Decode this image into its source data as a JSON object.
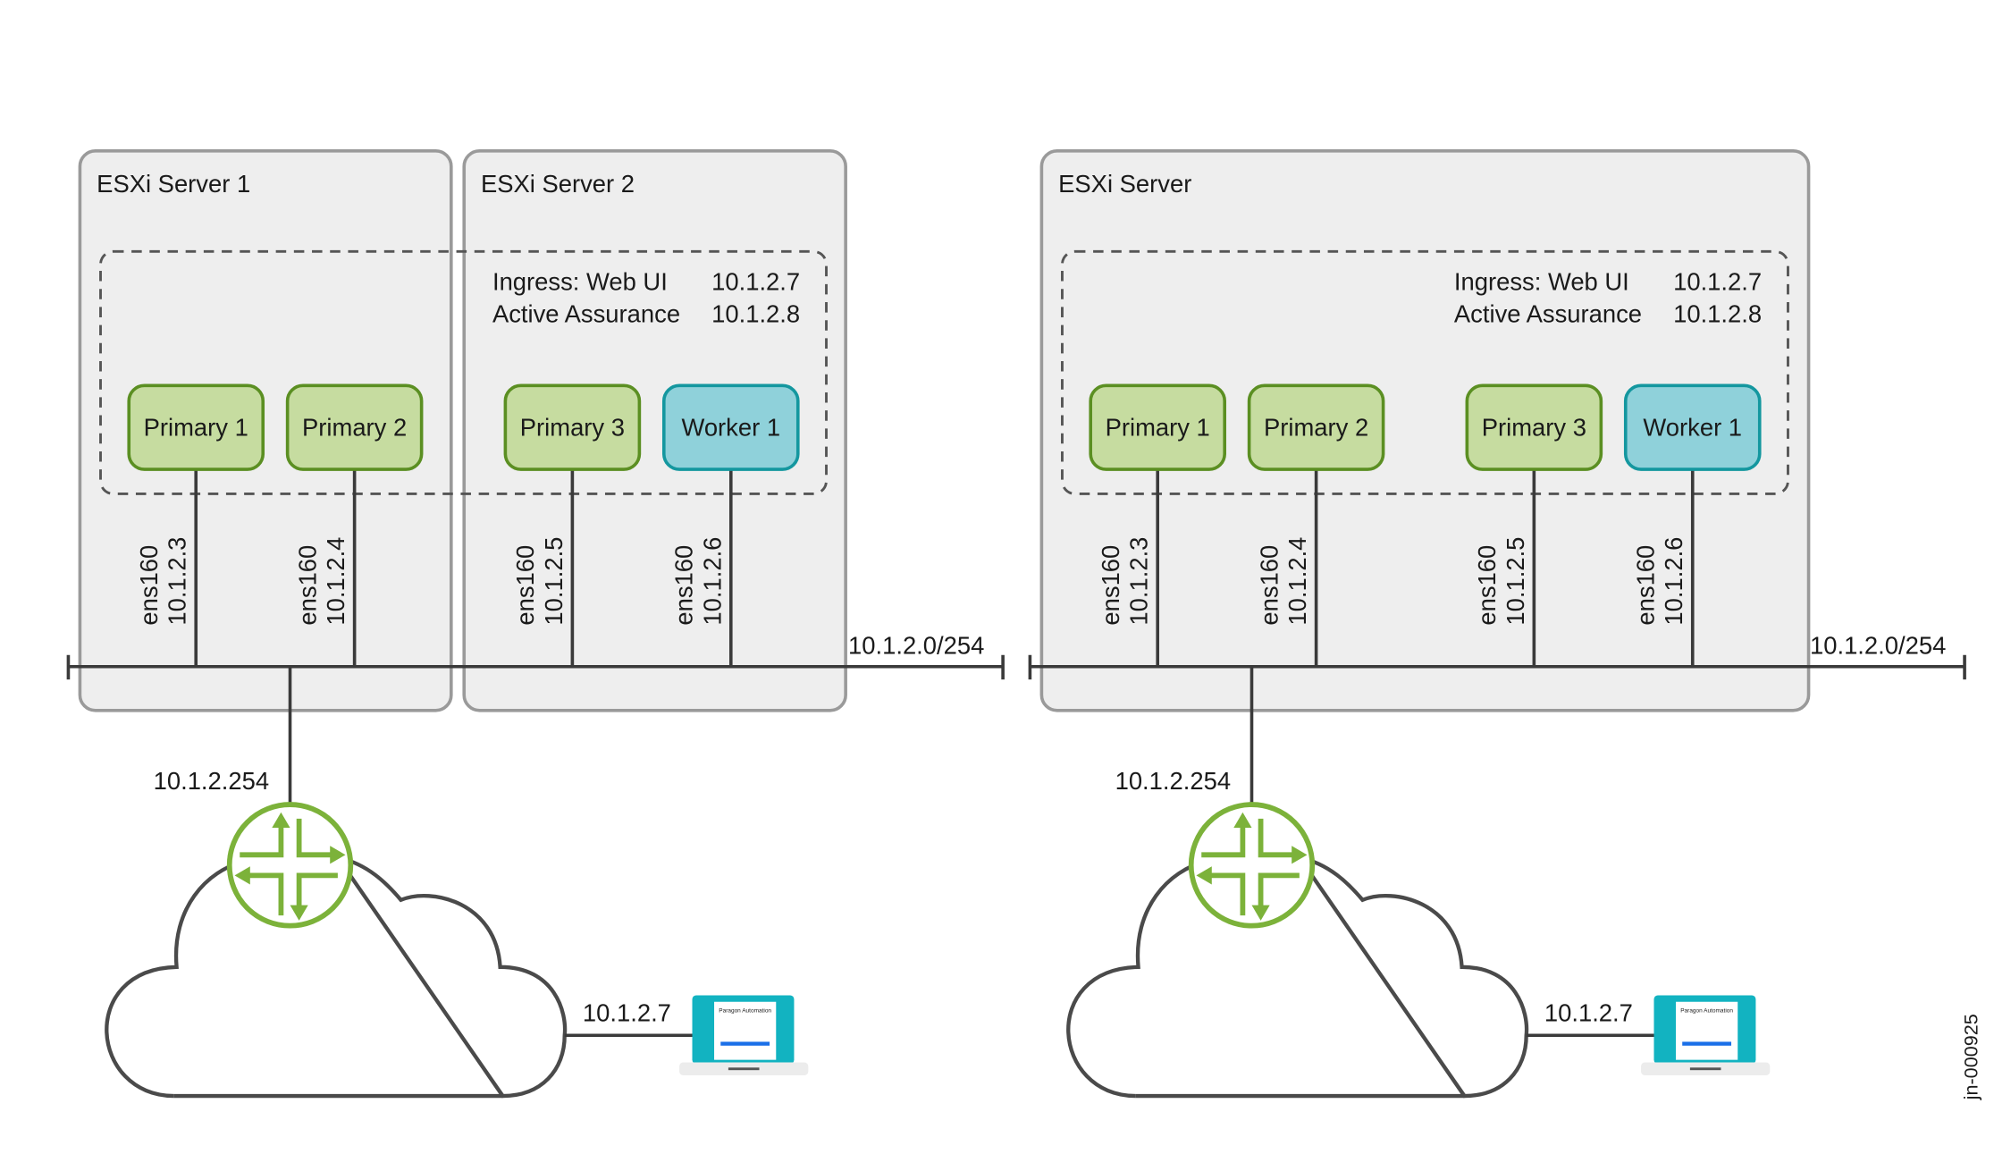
{
  "colors": {
    "primary_fill": "#c6dca0",
    "primary_stroke": "#5b8f22",
    "worker_fill": "#8fd1da",
    "worker_stroke": "#14979f",
    "router": "#7cb23a",
    "server_fill": "#eeeeee",
    "laptop_screen": "#12b3c1"
  },
  "diagrams": [
    {
      "servers": [
        "ESXi Server 1",
        "ESXi Server 2"
      ],
      "ingress": {
        "label1": "Ingress: Web UI",
        "ip1": "10.1.2.7",
        "label2": "Active Assurance",
        "ip2": "10.1.2.8"
      },
      "nodes": [
        {
          "label": "Primary 1",
          "type": "primary",
          "iface": "ens160",
          "ip": "10.1.2.3"
        },
        {
          "label": "Primary 2",
          "type": "primary",
          "iface": "ens160",
          "ip": "10.1.2.4"
        },
        {
          "label": "Primary 3",
          "type": "primary",
          "iface": "ens160",
          "ip": "10.1.2.5"
        },
        {
          "label": "Worker 1",
          "type": "worker",
          "iface": "ens160",
          "ip": "10.1.2.6"
        }
      ],
      "subnet": "10.1.2.0/254",
      "gateway": "10.1.2.254",
      "client_ip": "10.1.2.7",
      "laptop_title": "Paragon Automation"
    },
    {
      "servers": [
        "ESXi Server"
      ],
      "ingress": {
        "label1": "Ingress: Web UI",
        "ip1": "10.1.2.7",
        "label2": "Active Assurance",
        "ip2": "10.1.2.8"
      },
      "nodes": [
        {
          "label": "Primary 1",
          "type": "primary",
          "iface": "ens160",
          "ip": "10.1.2.3"
        },
        {
          "label": "Primary 2",
          "type": "primary",
          "iface": "ens160",
          "ip": "10.1.2.4"
        },
        {
          "label": "Primary 3",
          "type": "primary",
          "iface": "ens160",
          "ip": "10.1.2.5"
        },
        {
          "label": "Worker 1",
          "type": "worker",
          "iface": "ens160",
          "ip": "10.1.2.6"
        }
      ],
      "subnet": "10.1.2.0/254",
      "gateway": "10.1.2.254",
      "client_ip": "10.1.2.7",
      "laptop_title": "Paragon Automation"
    }
  ],
  "figure_id": "jn-000925"
}
